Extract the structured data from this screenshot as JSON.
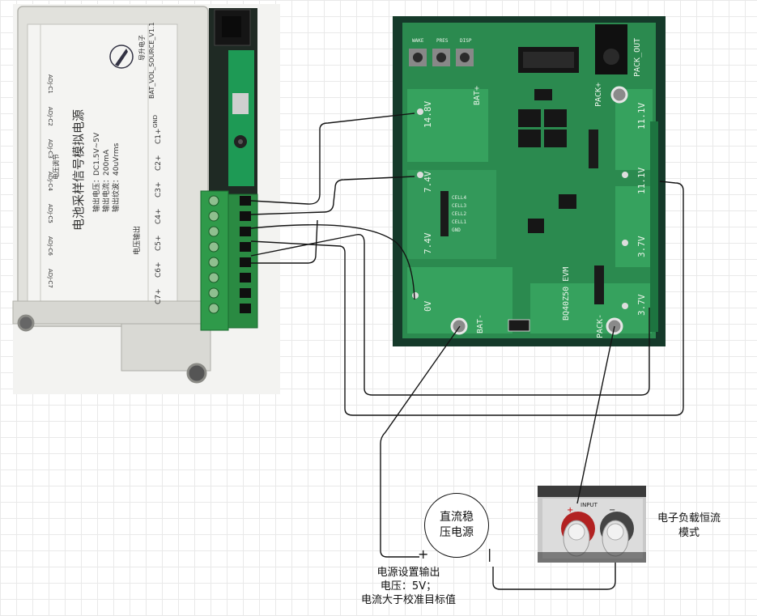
{
  "module": {
    "title": "电池采样信号模拟电源",
    "specs": [
      "输出电压：DC1.5V~5V",
      "输出电流：200mA",
      "输出纹波：40uVrms"
    ],
    "adj_label": "电压调节",
    "out_label": "电压输出",
    "brand": "导升电子",
    "model": "BAT_VOL_SOURCE_V1.1",
    "gnd": "GND",
    "adj_pots": [
      "ADJ-C1",
      "ADJ-C2",
      "ADJ-C3",
      "ADJ-C4",
      "ADJ-C5",
      "ADJ-C6",
      "ADJ-C7"
    ],
    "outputs": [
      "C1+",
      "C2+",
      "C3+",
      "C4+",
      "C5+",
      "C6+",
      "C7+"
    ]
  },
  "pcb": {
    "pads": [
      "14.8V",
      "7.4V",
      "7.4V",
      "0V",
      "11.1V",
      "11.1V",
      "3.7V",
      "3.7V"
    ],
    "bat_plus": "BAT+",
    "bat_minus": "BAT-",
    "pack_plus": "PACK+",
    "pack_minus": "PACK-",
    "pack_out": "PACK_OUT",
    "chip": "BQ40Z50 EVM",
    "cells": [
      "CELL4",
      "CELL3",
      "CELL2",
      "CELL1",
      "GND"
    ],
    "buttons": [
      "WAKE",
      "PRES",
      "DISP"
    ]
  },
  "psu": {
    "name": "直流稳\n压电源",
    "plus": "+",
    "minus": "|",
    "settings": [
      "电源设置输出",
      "电压：5V；",
      "电流大于校准目标值"
    ]
  },
  "load": {
    "caption": [
      "电子负载恒流",
      "模式"
    ],
    "panel_label": "INPUT",
    "plus": "+",
    "minus": "−"
  }
}
